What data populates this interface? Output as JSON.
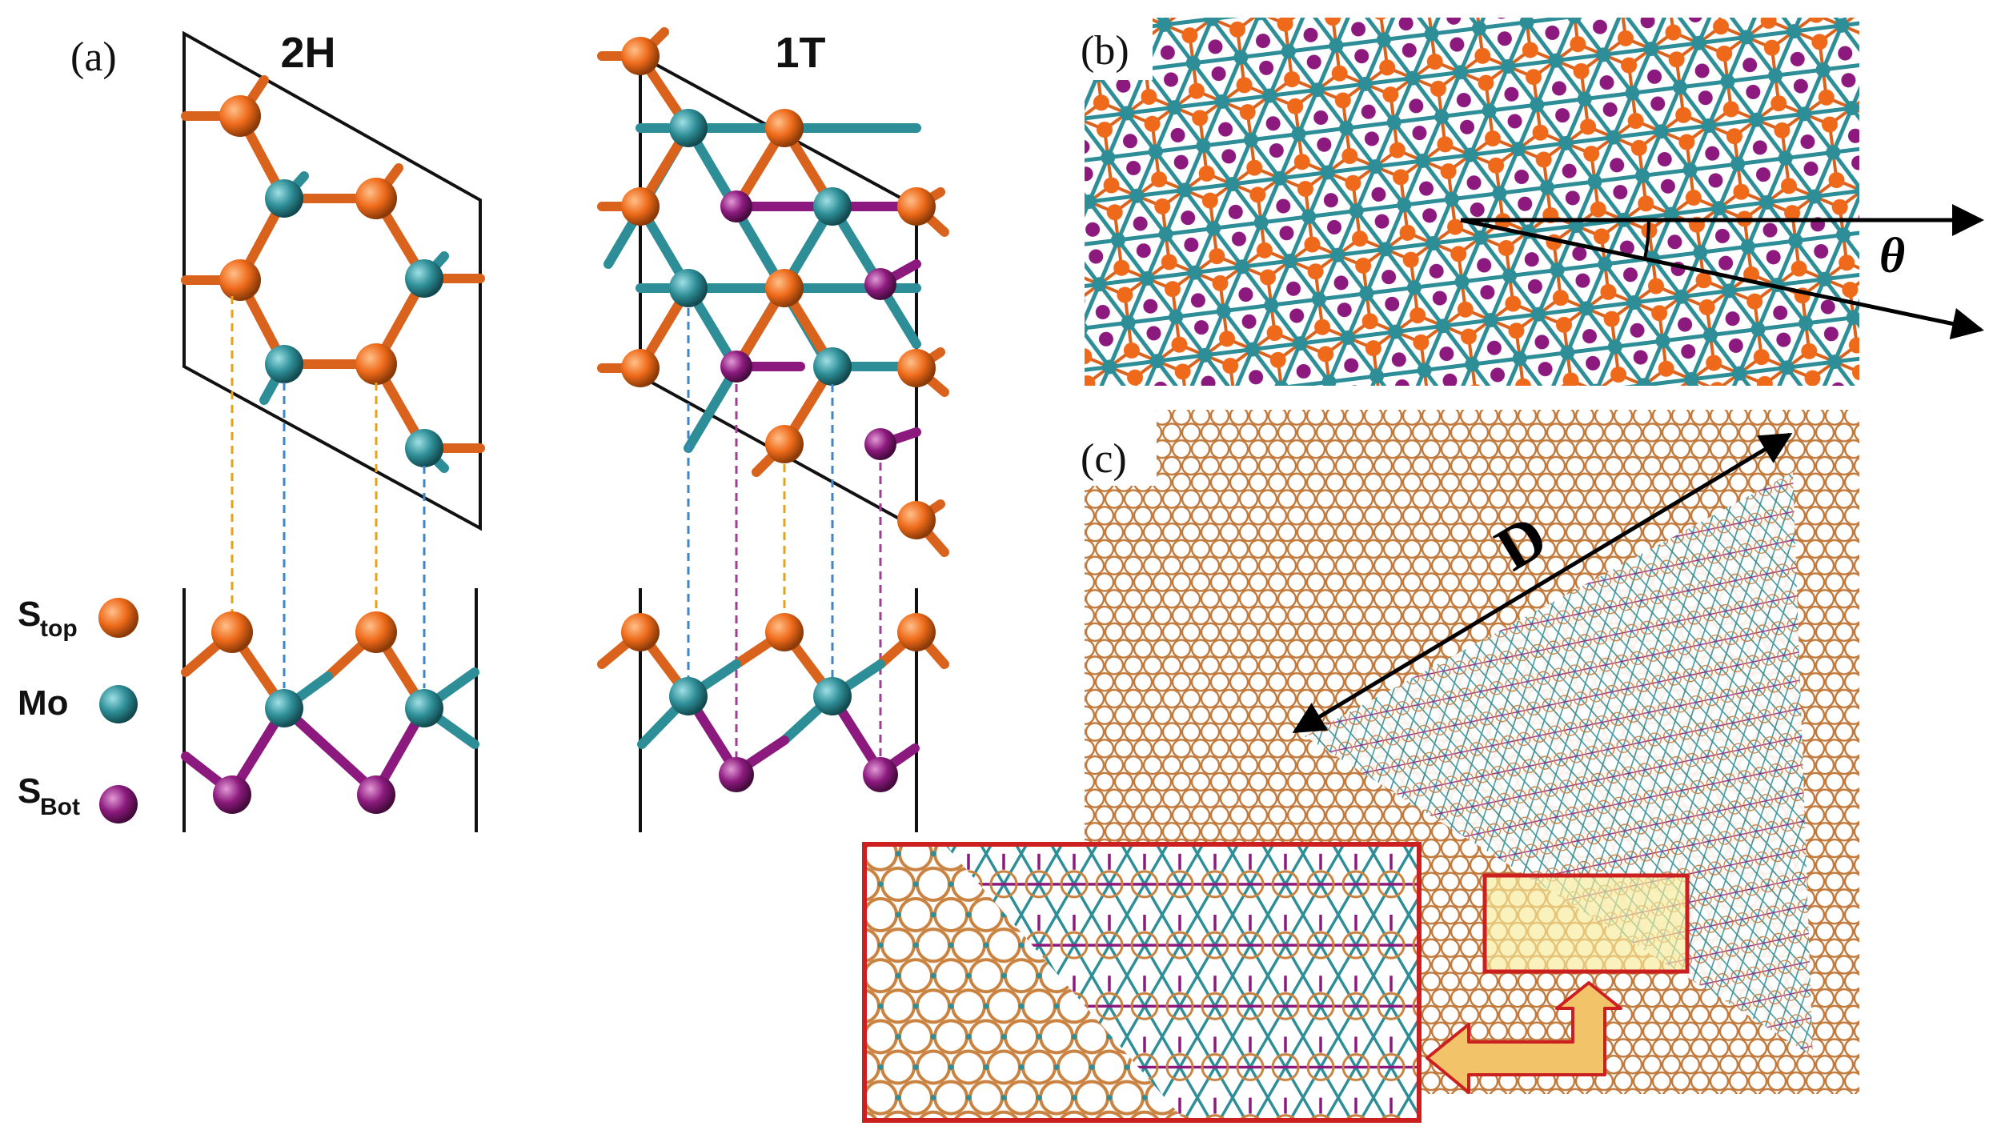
{
  "panels": {
    "a": {
      "label": "(a)",
      "phase_2h": "2H",
      "phase_1t": "1T",
      "legend": [
        {
          "main": "S",
          "sub": "top",
          "color": "#ee6a1a"
        },
        {
          "main": "Mo",
          "sub": "",
          "color": "#2e8e97"
        },
        {
          "main": "S",
          "sub": "Bot",
          "color": "#8c1a7e"
        }
      ]
    },
    "b": {
      "label": "(b)",
      "angle_symbol": "θ"
    },
    "c": {
      "label": "(c)",
      "distance_symbol": "D"
    }
  },
  "colors": {
    "s_top": "#ee6a1a",
    "mo": "#2e8e97",
    "s_bot": "#8c1a7e",
    "bond": "#d9621d",
    "cell_line": "#111111",
    "guide_yellow": "#e7a21a",
    "guide_blue": "#3f86c9",
    "guide_purple": "#a23c97",
    "zoom_box": "#cc1f1f",
    "highlight": "#f7eb9a"
  }
}
